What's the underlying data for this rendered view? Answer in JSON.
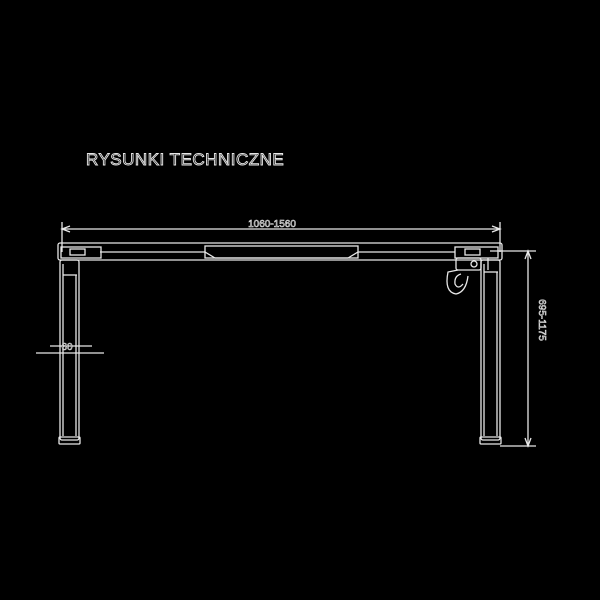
{
  "drawing": {
    "heading": "RYSUNKI TECHNICZNE",
    "dims": {
      "width_range": "1060-1560",
      "height_range": "695-1175",
      "leg_section": "60"
    },
    "colors": {
      "background": "#000000",
      "stroke": "#e8e8e8"
    }
  }
}
